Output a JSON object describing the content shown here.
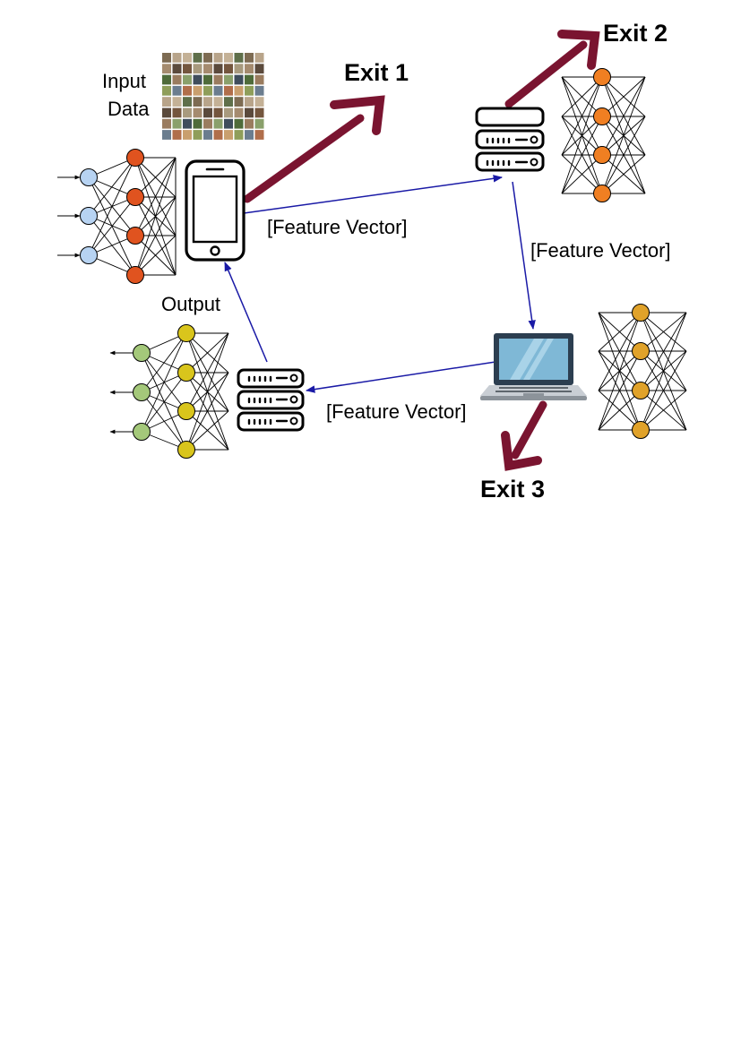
{
  "labels": {
    "input_line1": "Input",
    "input_line2": "Data",
    "output": "Output",
    "feature_vector": "[Feature Vector]",
    "exit1": "Exit 1",
    "exit2": "Exit 2",
    "exit3": "Exit 3"
  },
  "colors": {
    "exit_arrow": "#7a1430",
    "flow_arrow": "#1a1aa6",
    "input_nodes": "#b7d3f2",
    "stage1_nodes": "#e0531f",
    "stage2_nodes": "#f07f22",
    "stage3_nodes": "#e0a22a",
    "output_hidden_nodes": "#d9c51c",
    "output_nodes": "#a4c87a"
  },
  "icons": {
    "phone": "smartphone-icon",
    "edge_server": "server-icon",
    "laptop": "laptop-icon",
    "output_server": "server-icon",
    "dataset": "image-grid-thumbnail"
  }
}
